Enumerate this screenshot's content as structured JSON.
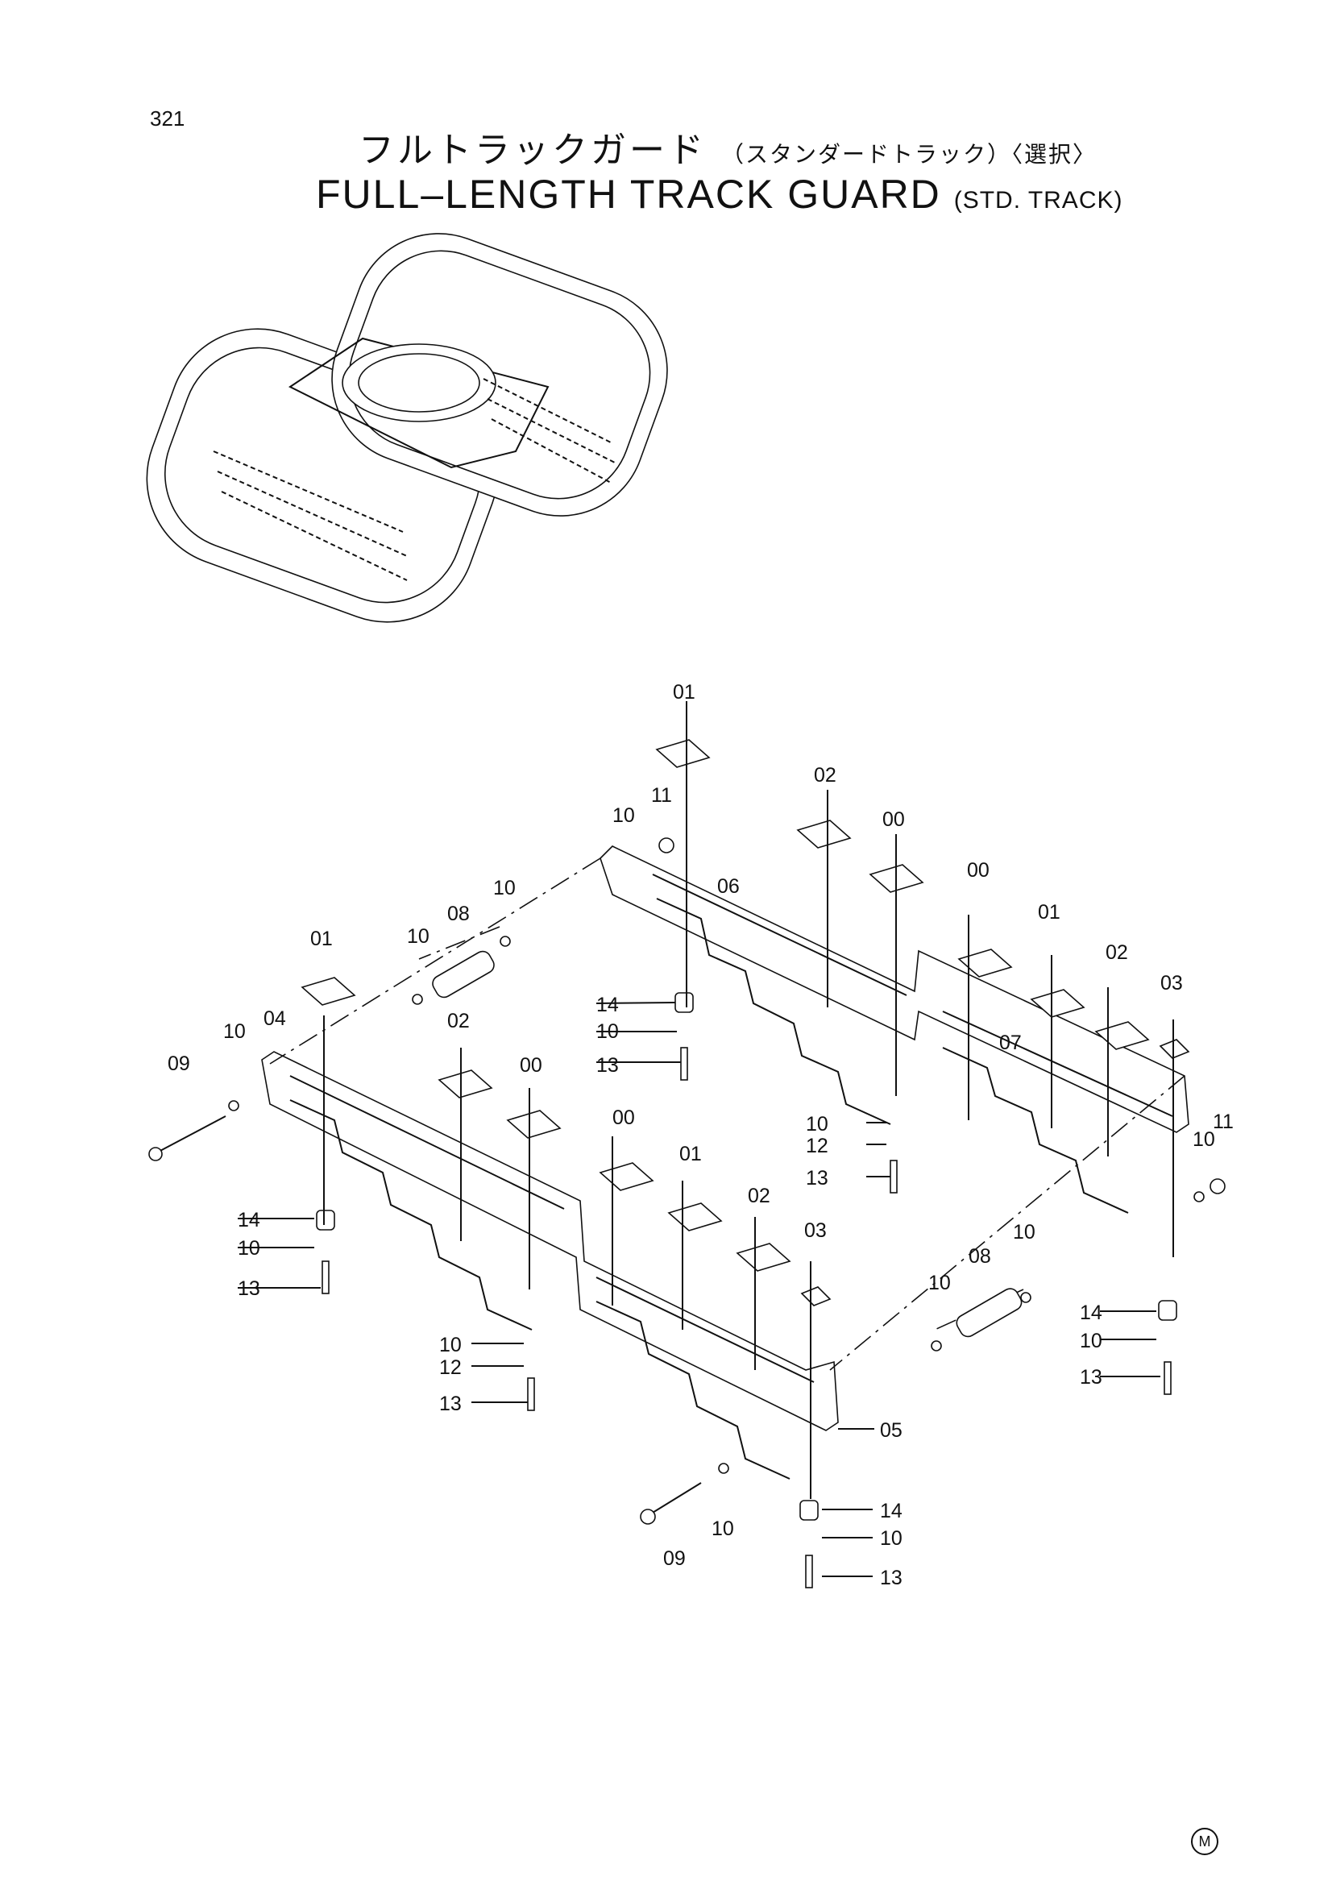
{
  "page_number": "321",
  "title_jp": "フルトラックガード",
  "title_jp_sub": "（スタンダードトラック）〈選択〉",
  "title_en": "FULL–LENGTH TRACK GUARD",
  "title_en_sub": "(STD. TRACK)",
  "corner_mark": "M",
  "callouts": {
    "c01a": "01",
    "c02a": "02",
    "c00a": "00",
    "c00b": "00",
    "c01b": "01",
    "c02b": "02",
    "c03a": "03",
    "c10a": "10",
    "c11a": "11",
    "c06": "06",
    "c10b": "10",
    "c08a": "08",
    "c10c": "10",
    "c01c": "01",
    "c14a": "14",
    "c10d": "10",
    "c13a": "13",
    "c07": "07",
    "c10e": "10",
    "c11b": "11",
    "c10f": "10",
    "c12a": "12",
    "c13b": "13",
    "c09a": "09",
    "c10g": "10",
    "c04": "04",
    "c02c": "02",
    "c00c": "00",
    "c00d": "00",
    "c01d": "01",
    "c02d": "02",
    "c03b": "03",
    "c14b": "14",
    "c10h": "10",
    "c13c": "13",
    "c10i": "10",
    "c12b": "12",
    "c13d": "13",
    "c10j": "10",
    "c08b": "08",
    "c10k": "10",
    "c14c": "14",
    "c10l": "10",
    "c13e": "13",
    "c05": "05",
    "c09b": "09",
    "c10m": "10",
    "c14d": "14",
    "c10n": "10",
    "c13f": "13"
  }
}
